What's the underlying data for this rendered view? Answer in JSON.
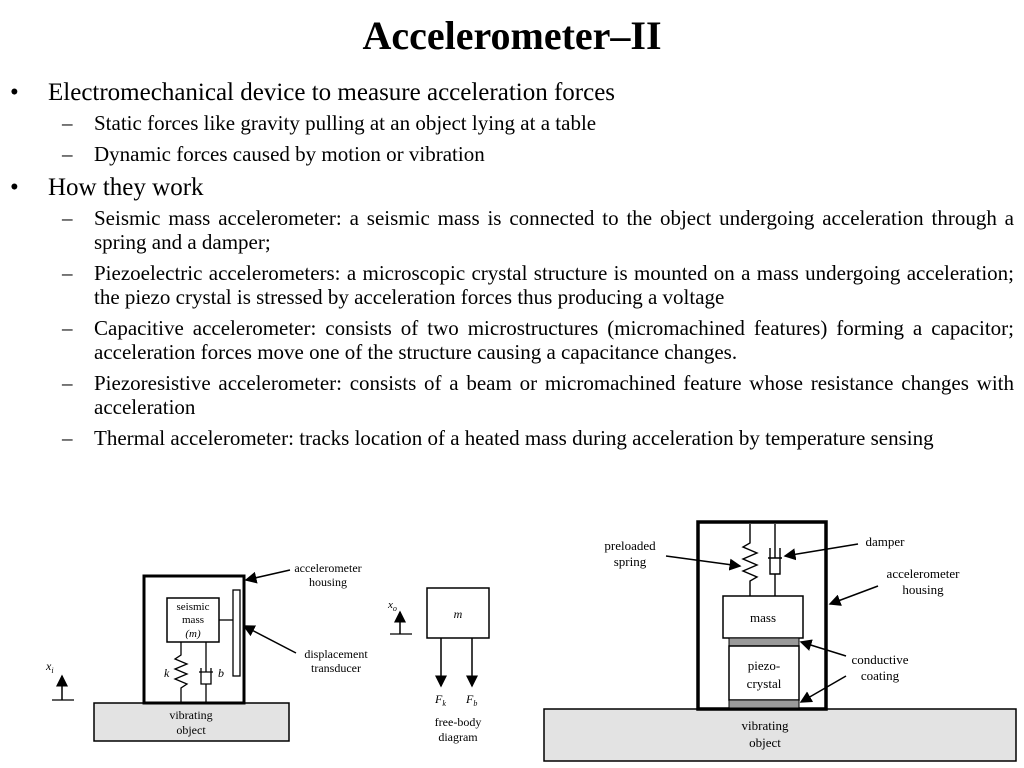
{
  "slide": {
    "title": "Accelerometer–II",
    "bullets": [
      {
        "text": "Electromechanical device to measure acceleration forces",
        "subs": [
          "Static forces like gravity pulling at an object lying at a table",
          "Dynamic forces caused by motion or vibration"
        ]
      },
      {
        "text": "How they work",
        "subs": [
          "Seismic mass accelerometer: a seismic mass is connected to the object undergoing acceleration through a spring and a damper;",
          "Piezoelectric accelerometers: a microscopic crystal structure is mounted on a mass undergoing acceleration; the piezo crystal is stressed by acceleration forces thus producing a voltage",
          "Capacitive accelerometer: consists of two microstructures (micromachined features) forming a capacitor; acceleration forces move one of the structure causing a  capacitance changes.",
          "Piezoresistive accelerometer: consists of a beam or micromachined feature whose resistance changes with acceleration",
          "Thermal accelerometer: tracks location of a heated mass during acceleration by temperature sensing"
        ]
      }
    ],
    "bullet_mark": "•",
    "sub_mark": "–"
  },
  "figure_left": {
    "housing_label_1": "accelerometer",
    "housing_label_2": "housing",
    "mass_label_1": "seismic",
    "mass_label_2": "mass",
    "mass_label_3": "(m)",
    "spring_label": "k",
    "damper_label": "b",
    "transducer_label_1": "displacement",
    "transducer_label_2": "transducer",
    "base_label_1": "vibrating",
    "base_label_2": "object",
    "xi_label": "x",
    "xi_sub": "i",
    "xo_label": "x",
    "xo_sub": "o",
    "fb_mass_label": "m",
    "fk_label": "F",
    "fk_sub": "k",
    "fb_label": "F",
    "fb_sub": "b",
    "fbd_label_1": "free-body",
    "fbd_label_2": "diagram"
  },
  "figure_right": {
    "spring_label_1": "preloaded",
    "spring_label_2": "spring",
    "damper_label": "damper",
    "housing_label_1": "accelerometer",
    "housing_label_2": "housing",
    "mass_label": "mass",
    "crystal_label_1": "piezo-",
    "crystal_label_2": "crystal",
    "coating_label_1": "conductive",
    "coating_label_2": "coating",
    "base_label_1": "vibrating",
    "base_label_2": "object"
  }
}
